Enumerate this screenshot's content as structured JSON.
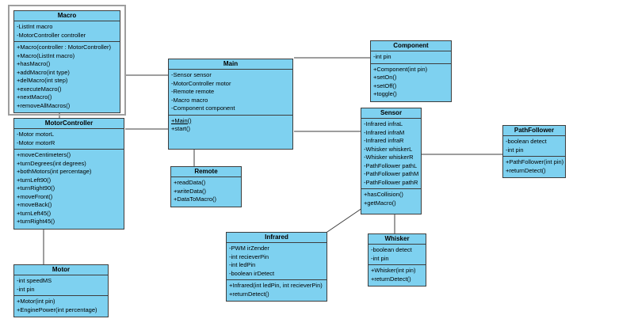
{
  "diagram": {
    "background": "#ffffff",
    "colors": {
      "box_fill": "#7ed1f0",
      "box_border": "#3d3d3d",
      "connector": "#3d3d3d",
      "selection_frame": "#9e9e9e",
      "text": "#000000"
    },
    "classes": {
      "macro": {
        "name": "Macro",
        "attributes": [
          "-ListInt macro",
          "-MotorController controller"
        ],
        "methods": [
          "+Macro(controller : MotorController)",
          "+Macro(ListInt macro)",
          "+hasMacro()",
          "+addMacro(int type)",
          "+delMacro(int step)",
          "+executeMacro()",
          "+nextMacro()",
          "+removeAllMacros()"
        ]
      },
      "motorcontroller": {
        "name": "MotorController",
        "attributes": [
          "-Motor motorL",
          "-Motor motorR"
        ],
        "methods": [
          "+moveCentimeters()",
          "+turnDegrees(int degrees)",
          "+bothMotors(int percentage)",
          "+turnLeft90()",
          "+turnRight90()",
          "+moveFront()",
          "+moveBack()",
          "+turnLeft45()",
          "+turnRight45()"
        ]
      },
      "motor": {
        "name": "Motor",
        "attributes": [
          "-int speedMS",
          "-int pin"
        ],
        "methods": [
          "+Motor(int pin)",
          "+EnginePower(int percentage)"
        ]
      },
      "main": {
        "name": "Main",
        "attributes": [
          "-Sensor sensor",
          "-MotorController motor",
          "-Remote remote",
          "-Macro macro",
          "-Component component"
        ],
        "methods": [
          {
            "text": "+Main()",
            "underline": true
          },
          "+start()"
        ]
      },
      "remote": {
        "name": "Remote",
        "methods": [
          "+readData()",
          "+writeData()",
          "+DataToMacro()"
        ]
      },
      "component": {
        "name": "Component",
        "attributes": [
          "-int pin"
        ],
        "methods": [
          "+Component(int pin)",
          "+setOn()",
          "+setOff()",
          "+toggle()"
        ]
      },
      "sensor": {
        "name": "Sensor",
        "attributes": [
          "-Infrared infraL",
          "-Infrared infraM",
          "-Infrared infraR",
          "-Whisker whiskerL",
          "-Whisker whiskerR",
          "-PathFollower pathL",
          "-PathFollower pathM",
          "-PathFollower pathR"
        ],
        "methods": [
          "+hasCollision()",
          "+getMacro()"
        ]
      },
      "pathfollower": {
        "name": "PathFollower",
        "attributes": [
          "-boolean detect",
          "-int pin"
        ],
        "methods": [
          "+PathFollower(int pin)",
          "+returnDetect()"
        ]
      },
      "infrared": {
        "name": "Infrared",
        "attributes": [
          "-PWM irZender",
          "-int recieverPin",
          "-int ledPin",
          "-boolean irDetect"
        ],
        "methods": [
          "+Infrared(int ledPin, int recieverPin)",
          "+returnDetect()"
        ]
      },
      "whisker": {
        "name": "Whisker",
        "attributes": [
          "-boolean detect",
          "-int pin"
        ],
        "methods": [
          "+Whisker(int pin)",
          "+returnDetect()"
        ]
      }
    },
    "connectors": [
      {
        "from": "Macro",
        "to": "Main"
      },
      {
        "from": "Macro",
        "to": "MotorController"
      },
      {
        "from": "MotorController",
        "to": "Main"
      },
      {
        "from": "MotorController",
        "to": "Motor"
      },
      {
        "from": "Main",
        "to": "Remote"
      },
      {
        "from": "Main",
        "to": "Component"
      },
      {
        "from": "Main",
        "to": "Sensor"
      },
      {
        "from": "Sensor",
        "to": "PathFollower"
      },
      {
        "from": "Sensor",
        "to": "Infrared"
      },
      {
        "from": "Sensor",
        "to": "Whisker"
      }
    ]
  }
}
